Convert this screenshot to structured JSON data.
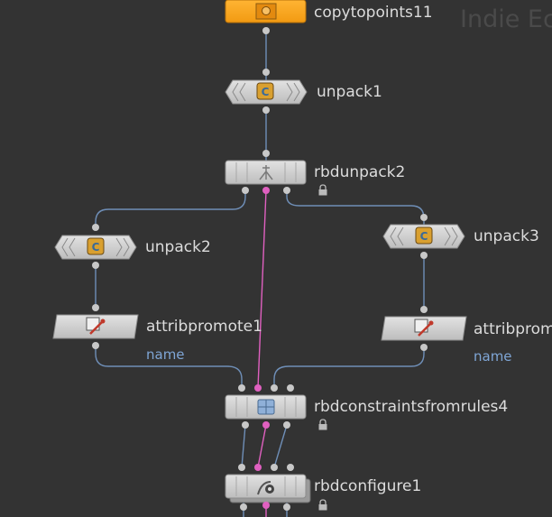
{
  "watermark": "Indie Ec",
  "nodes": {
    "copytopoints": {
      "label": "copytopoints11",
      "color": "#f5a623",
      "icon": "copy-to-points-icon"
    },
    "unpack1": {
      "label": "unpack1",
      "icon": "unpack-icon"
    },
    "rbdunpack2": {
      "label": "rbdunpack2",
      "icon": "rbd-unpack-icon",
      "locked": true
    },
    "unpack2": {
      "label": "unpack2",
      "icon": "unpack-icon"
    },
    "unpack3": {
      "label": "unpack3",
      "icon": "unpack-icon"
    },
    "attribpromote1": {
      "label": "attribpromote1",
      "sublabel": "name",
      "icon": "attrib-promote-icon"
    },
    "attribpromote2": {
      "label": "attribpromo",
      "sublabel": "name",
      "icon": "attrib-promote-icon"
    },
    "rbdconstraints": {
      "label": "rbdconstraintsfromrules4",
      "icon": "rbd-constraints-icon",
      "locked": true
    },
    "rbdconfigure": {
      "label": "rbdconfigure1",
      "icon": "rbd-configure-icon",
      "locked": true
    }
  },
  "colors": {
    "background": "#333333",
    "wire_blue": "#6f8fb8",
    "wire_pink": "#e060c0",
    "node_body": "#cfcfcf",
    "node_selected": "#f5a623",
    "connector": "#c8c8c8"
  }
}
